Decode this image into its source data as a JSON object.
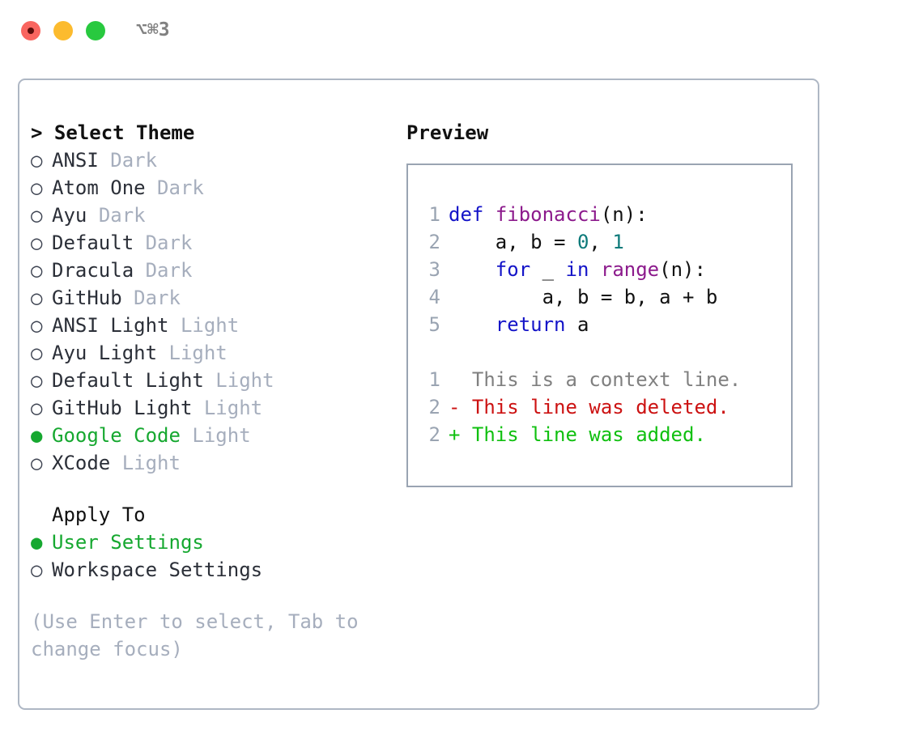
{
  "titlebar": {
    "shortcut": "⌥⌘3",
    "buttons": [
      "close",
      "minimize",
      "maximize"
    ]
  },
  "theme_picker": {
    "header": "> Select Theme",
    "bullet_selected": "●",
    "bullet_unselected": "○",
    "items": [
      {
        "name": "ANSI",
        "variant": "Dark",
        "selected": false
      },
      {
        "name": "Atom One",
        "variant": "Dark",
        "selected": false
      },
      {
        "name": "Ayu",
        "variant": "Dark",
        "selected": false
      },
      {
        "name": "Default",
        "variant": "Dark",
        "selected": false
      },
      {
        "name": "Dracula",
        "variant": "Dark",
        "selected": false
      },
      {
        "name": "GitHub",
        "variant": "Dark",
        "selected": false
      },
      {
        "name": "ANSI Light",
        "variant": "Light",
        "selected": false
      },
      {
        "name": "Ayu Light",
        "variant": "Light",
        "selected": false
      },
      {
        "name": "Default Light",
        "variant": "Light",
        "selected": false
      },
      {
        "name": "GitHub Light",
        "variant": "Light",
        "selected": false
      },
      {
        "name": "Google Code",
        "variant": "Light",
        "selected": true
      },
      {
        "name": "XCode",
        "variant": "Light",
        "selected": false
      }
    ]
  },
  "apply_to": {
    "header": "Apply To",
    "options": [
      {
        "name": "User Settings",
        "selected": true
      },
      {
        "name": "Workspace Settings",
        "selected": false
      }
    ]
  },
  "hint": "(Use Enter to select, Tab to change focus)",
  "preview": {
    "title": "Preview",
    "code_lines": [
      {
        "no": "1",
        "tokens": [
          {
            "t": "def",
            "c": "kw"
          },
          {
            "t": " ",
            "c": "pln"
          },
          {
            "t": "fibonacci",
            "c": "fn"
          },
          {
            "t": "(n):",
            "c": "pln"
          }
        ]
      },
      {
        "no": "2",
        "tokens": [
          {
            "t": "    a, b = ",
            "c": "pln"
          },
          {
            "t": "0",
            "c": "num"
          },
          {
            "t": ", ",
            "c": "pln"
          },
          {
            "t": "1",
            "c": "num"
          }
        ]
      },
      {
        "no": "3",
        "tokens": [
          {
            "t": "    ",
            "c": "pln"
          },
          {
            "t": "for",
            "c": "kw"
          },
          {
            "t": " _ ",
            "c": "pln"
          },
          {
            "t": "in",
            "c": "kw"
          },
          {
            "t": " ",
            "c": "pln"
          },
          {
            "t": "range",
            "c": "fn"
          },
          {
            "t": "(n):",
            "c": "pln"
          }
        ]
      },
      {
        "no": "4",
        "tokens": [
          {
            "t": "        a, b = b, a + b",
            "c": "pln"
          }
        ]
      },
      {
        "no": "5",
        "tokens": [
          {
            "t": "    ",
            "c": "pln"
          },
          {
            "t": "return",
            "c": "kw"
          },
          {
            "t": " a",
            "c": "pln"
          }
        ]
      }
    ],
    "diff_lines": [
      {
        "no": "1",
        "marker": " ",
        "text": " This is a context line.",
        "kind": "ctx"
      },
      {
        "no": "2",
        "marker": "-",
        "text": " This line was deleted.",
        "kind": "del"
      },
      {
        "no": "2",
        "marker": "+",
        "text": " This line was added.",
        "kind": "add"
      }
    ]
  },
  "colors": {
    "accent_green": "#16a830",
    "muted": "#a6aebd",
    "border": "#aeb7c4",
    "preview_border": "#9aa4b2",
    "keyword": "#1414c8",
    "function": "#8c1a8c",
    "number": "#0d7a7a",
    "diff_deleted": "#cc1212",
    "diff_added": "#10c010",
    "diff_context": "#808080",
    "traffic_close": "#f9655f",
    "traffic_min": "#fcbb2e",
    "traffic_max": "#28c93f"
  }
}
